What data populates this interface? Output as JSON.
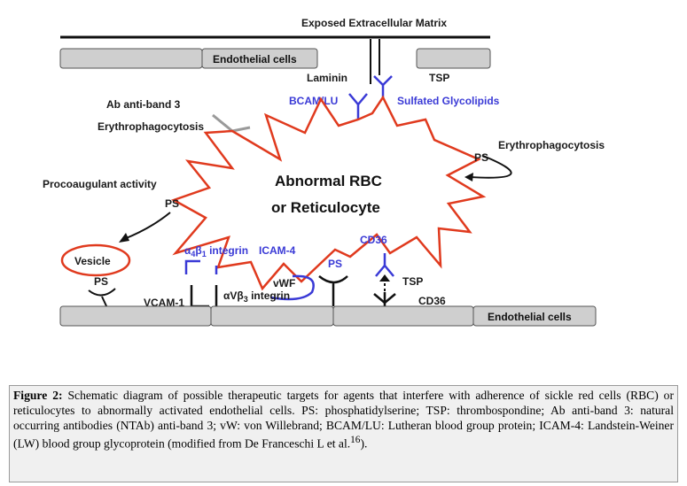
{
  "diagram": {
    "matrix_label": "Exposed Extracellular Matrix",
    "endothelial_top": "Endothelial cells",
    "endothelial_bottom": "Endothelial cells",
    "laminin": "Laminin",
    "tsp_top": "TSP",
    "bcam": "BCAM/LU",
    "sulfated": "Sulfated Glycolipids",
    "ab_anti_band3": "Ab anti-band 3",
    "erythrophagocytosis_left": "Erythrophagocytosis",
    "erythrophagocytosis_right": "Erythrophagocytosis",
    "ps_right": "PS",
    "procoagulant": "Procoaugulant activity",
    "ps_left": "PS",
    "vesicle": "Vesicle",
    "ps_vesicle": "PS",
    "center_line1": "Abnormal RBC",
    "center_line2": "or Reticulocyte",
    "a4b1_alpha": "α",
    "a4b1_sub4": "4",
    "a4b1_beta": "β",
    "a4b1_sub1": "1",
    "a4b1_text": " integrin",
    "icam4": "ICAM-4",
    "cd36_top": "CD36",
    "ps_bottom": "PS",
    "vwf": "vWF",
    "vcam1": "VCAM-1",
    "avb3_a": "αVβ",
    "avb3_sub": "3",
    "avb3_text": " integrin",
    "tsp_bottom": "TSP",
    "cd36_bottom": "CD36"
  },
  "caption": {
    "label": "Figure 2:",
    "text": " Schematic diagram of possible therapeutic targets for agents that interfere with adherence of sickle red cells (RBC) or reticulocytes to abnormally activated endothelial cells. PS: phosphatidylserine; TSP: thrombospondine; Ab anti-band 3: natural occurring antibodies (NTAb) anti-band 3; vW: von Willebrand; BCAM/LU: Lutheran blood group protein; ICAM-4: Landstein-Weiner (LW) blood group glycoprotein (modified from De Franceschi L et al.",
    "sup": "16",
    "end": ")."
  },
  "colors": {
    "cell_fill": "#cfcfcf",
    "rbc_outline": "#e03a1e",
    "blue": "#3a3ad6",
    "grey_antibody": "#9a9a9a"
  }
}
